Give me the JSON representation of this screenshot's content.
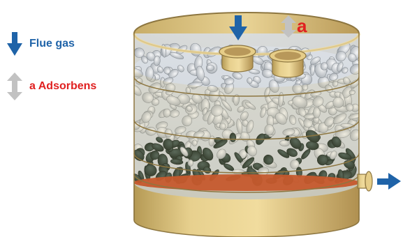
{
  "legend": {
    "flue_gas_label": "Flue gas",
    "adsorbens_label": "a Adsorbens"
  },
  "diagram": {
    "inlet_adsorbens_marker": "a"
  },
  "colors": {
    "flue_gas_arrow": "#1f63a8",
    "adsorbens_arrow": "#bdbdbd",
    "label_red": "#e02020",
    "vessel_tan": "#d9c07a"
  },
  "icons": {
    "flue_gas": "arrow-down-icon",
    "adsorbens": "arrow-updown-icon",
    "outlet": "arrow-right-icon"
  }
}
